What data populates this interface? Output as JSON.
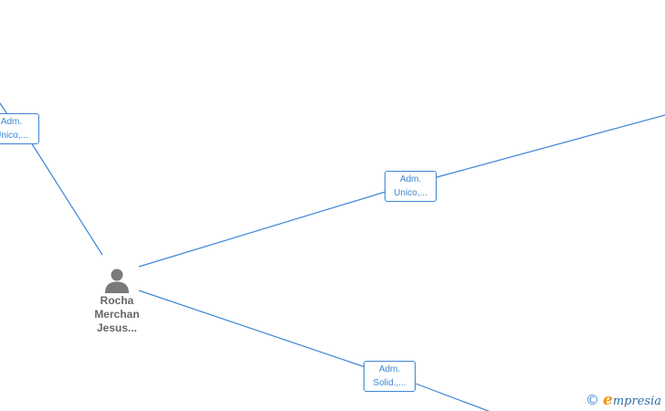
{
  "person": {
    "name_lines": [
      "Rocha",
      "Merchan",
      "Jesus..."
    ],
    "icon": "person-icon"
  },
  "roles": [
    {
      "id": "role-top-left",
      "line1": "Adm.",
      "line2": "Unico,..."
    },
    {
      "id": "role-center",
      "line1": "Adm.",
      "line2": "Unico,..."
    },
    {
      "id": "role-bottom",
      "line1": "Adm.",
      "line2": "Solid.,..."
    }
  ],
  "brand": {
    "copyright_symbol": "©",
    "logo_initial": "e",
    "logo_rest": "mpresia"
  },
  "colors": {
    "edge": "#3d86d6",
    "person_label": "#666666",
    "brand_accent": "#f29300"
  }
}
